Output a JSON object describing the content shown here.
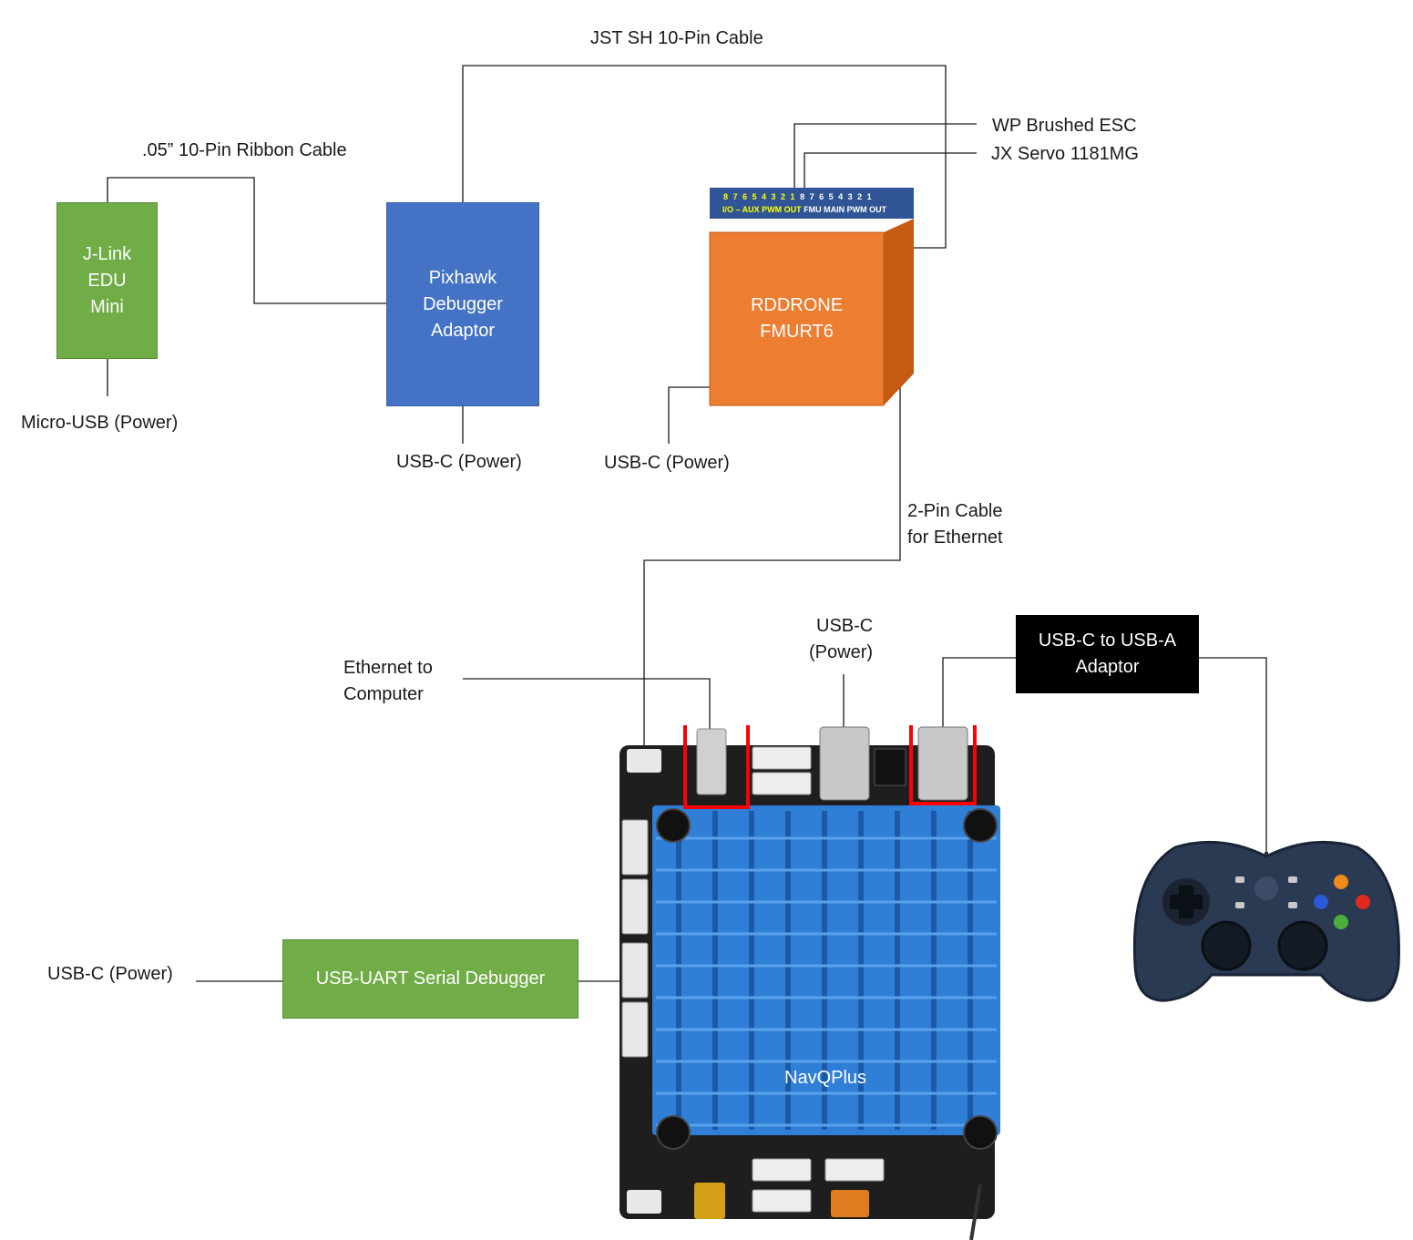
{
  "labels": {
    "jst_cable": "JST SH 10-Pin Cable",
    "ribbon_cable": ".05” 10-Pin Ribbon Cable",
    "wp_esc": "WP Brushed ESC",
    "jx_servo": "JX Servo 1181MG",
    "jlink_power": "Micro-USB (Power)",
    "debugger_power": "USB-C (Power)",
    "fmu_power": "USB-C (Power)",
    "two_pin_line1": "2-Pin Cable",
    "two_pin_line2": "for Ethernet",
    "ethernet_line1": "Ethernet to",
    "ethernet_line2": "Computer",
    "navq_usbc_line1": "USB-C",
    "navq_usbc_line2": "(Power)",
    "uart_power": "USB-C (Power)",
    "navqplus": "NavQPlus"
  },
  "boxes": {
    "jlink": "J-Link\nEDU\nMini",
    "pixhawk_debugger": "Pixhawk\nDebugger\nAdaptor",
    "fmu": "RDDRONE\nFMURT6",
    "usb_adaptor": "USB-C to USB-A\nAdaptor",
    "uart_debugger": "USB-UART Serial Debugger"
  },
  "pin_header": {
    "io_numbers": "8 7 6 5 4 3 2 1",
    "fmu_numbers": "8 7 6 5 4 3 2 1",
    "io_label": "I/O – AUX PWM OUT",
    "fmu_label": "FMU MAIN PWM OUT"
  },
  "colors": {
    "green": "#70ad47",
    "blue": "#4472c4",
    "orange": "#ed7d31",
    "orange_dark": "#c55a11",
    "header_blue": "#2f5597",
    "heatsink_blue": "#2f7fd6",
    "highlight_red": "#ff0000"
  }
}
